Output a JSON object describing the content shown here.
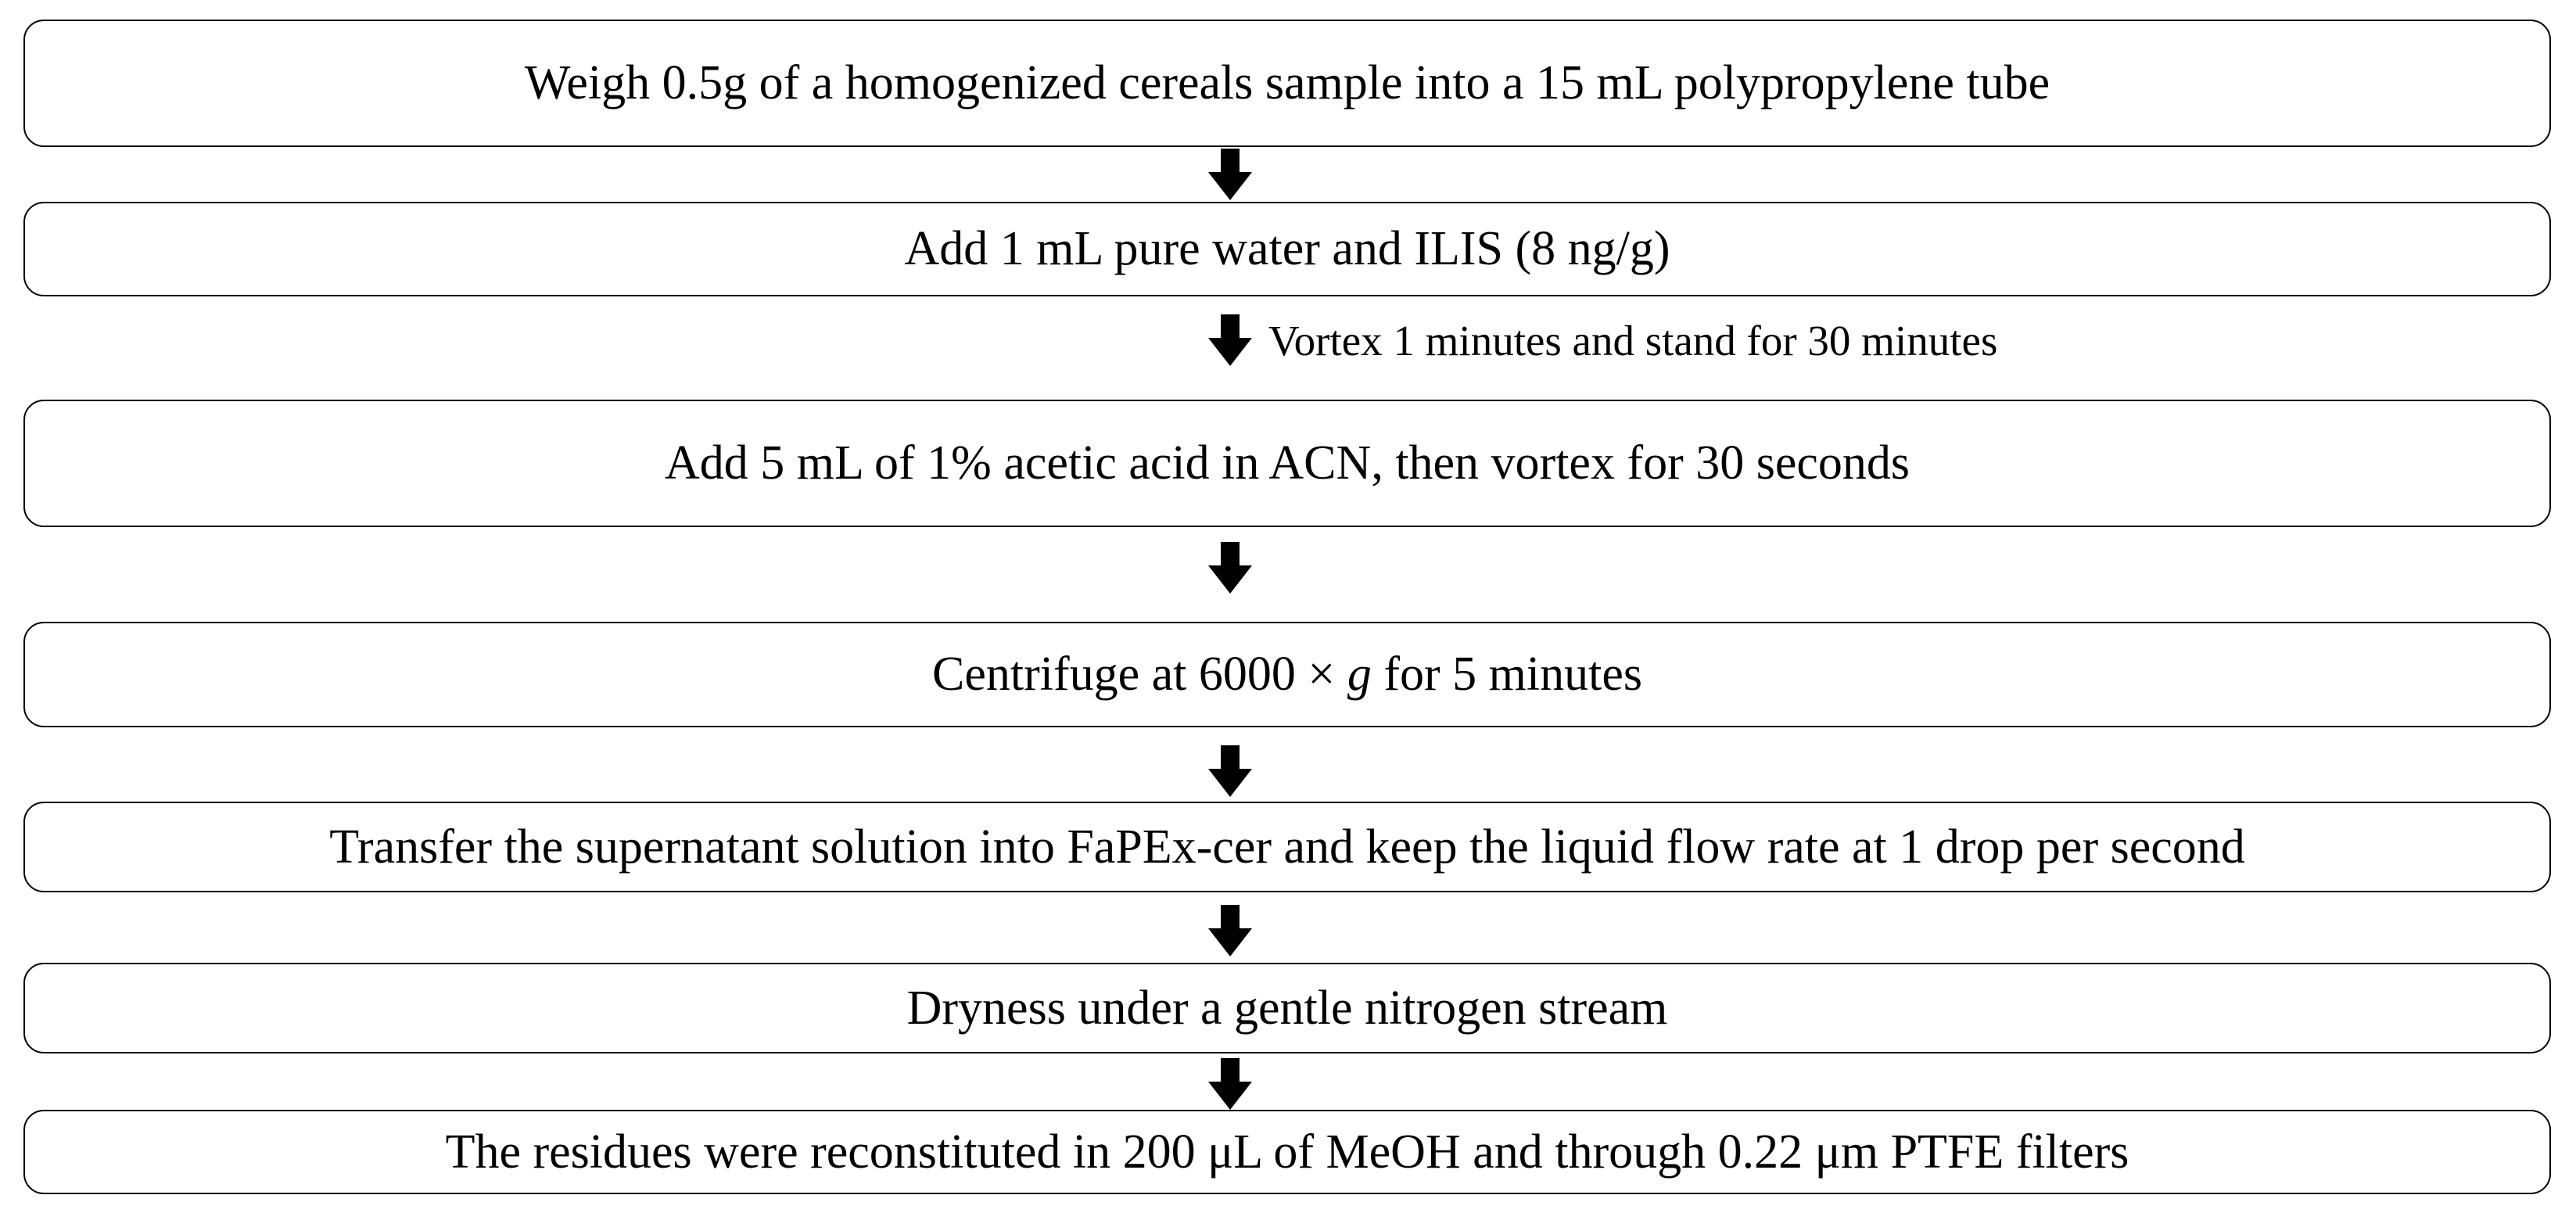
{
  "steps": [
    {
      "text": "Weigh 0.5g of a homogenized cereals sample into a 15 mL polypropylene tube"
    },
    {
      "text": "Add 1 mL pure water and ILIS (8 ng/g)"
    },
    {
      "text": "Add 5 mL of 1% acetic acid in ACN, then vortex for 30 seconds"
    },
    {
      "text_before": "Centrifuge at 6000 × ",
      "text_italic": "g",
      "text_after": " for 5 minutes"
    },
    {
      "text": "Transfer the supernatant solution into FaPEx-cer and keep the liquid flow rate at 1 drop per second"
    },
    {
      "text": "Dryness under a gentle nitrogen stream"
    },
    {
      "text": "The residues were reconstituted in 200 μL of MeOH and through 0.22 μm PTFE filters"
    }
  ],
  "arrow_note": "Vortex 1 minutes and stand for 30 minutes",
  "icons": {
    "arrow": "down-arrow-icon"
  }
}
